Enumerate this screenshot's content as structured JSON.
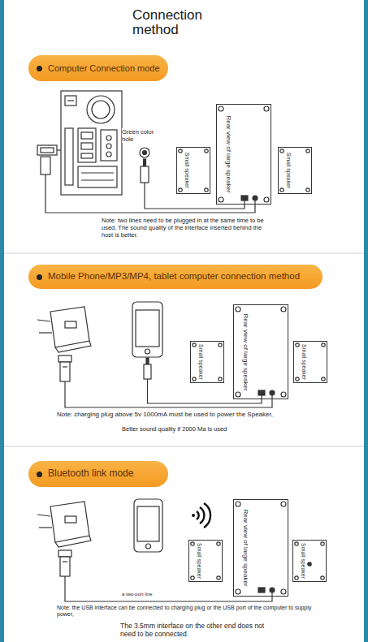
{
  "diagram": {
    "title": "Connection method",
    "nodes": [
      {
        "text": [
          "Computer Connection mode"
        ]
      },
      {
        "text": [
          "Small speaker"
        ]
      },
      {
        "text": [
          "Rear view of large speaker"
        ]
      },
      {
        "text": [
          "Small speaker"
        ]
      },
      {
        "text": [
          "Mobile Phone/MP3/MP4, tablet computer connection method"
        ]
      },
      {
        "text": [
          "Small speaker"
        ]
      },
      {
        "text": [
          "Rear view of large speaker"
        ]
      },
      {
        "text": [
          "Small speaker"
        ]
      },
      {
        "text": [
          "Bluetooth link mode"
        ]
      },
      {
        "text": [
          "Small speaker"
        ]
      },
      {
        "text": [
          "Rear view of large speaker"
        ]
      },
      {
        "text": [
          "Small speaker"
        ]
      }
    ],
    "labels": [
      "Green color hole",
      "Note: two lines need to be plugged in at the same time to be used, The sound quality of the interface inserted behind the host is better.",
      "Note: charging plug above 5v 1000mA must be used to power the Speaker,",
      "Better sound quality if 2000 Ma is used",
      "a two-port line",
      "Note: the USB interface can be connected to charging plug or the USB port of the computer to supply power,",
      "The 3.5mm interface on the other end does not need to be connected."
    ]
  }
}
